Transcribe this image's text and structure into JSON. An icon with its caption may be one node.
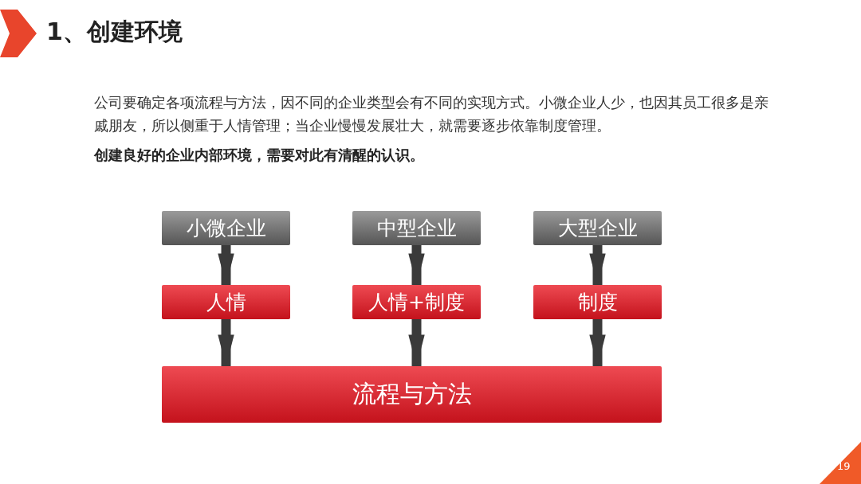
{
  "diagram": {
    "title": "1、创建环境",
    "nodes": [
      {
        "text": [
          "小微企业"
        ]
      },
      {
        "text": [
          "中型企业"
        ]
      },
      {
        "text": [
          "大型企业"
        ]
      },
      {
        "text": [
          "人情"
        ]
      },
      {
        "text": [
          "人情+制度"
        ]
      },
      {
        "text": [
          "制度"
        ]
      },
      {
        "text": [
          "流程与方法"
        ]
      }
    ],
    "edges": [
      {
        "from": 0,
        "to": 3,
        "arrow": "to"
      },
      {
        "from": 1,
        "to": 4,
        "arrow": "to"
      },
      {
        "from": 2,
        "to": 5,
        "arrow": "to"
      },
      {
        "from": 3,
        "to": 6,
        "arrow": "to"
      },
      {
        "from": 4,
        "to": 6,
        "arrow": "to"
      },
      {
        "from": 5,
        "to": 6,
        "arrow": "to"
      }
    ],
    "labels": [
      "公司要确定各项流程与方法，因不同的企业类型会有不同的实现方式。小微企业人少，也因其员工很多是亲戚朋友，所以侧重于人情管理；当企业慢慢发展壮大，就需要逐步依靠制度管理。",
      "创建良好的企业内部环境，需要对此有清醒的认识。",
      "19"
    ]
  }
}
